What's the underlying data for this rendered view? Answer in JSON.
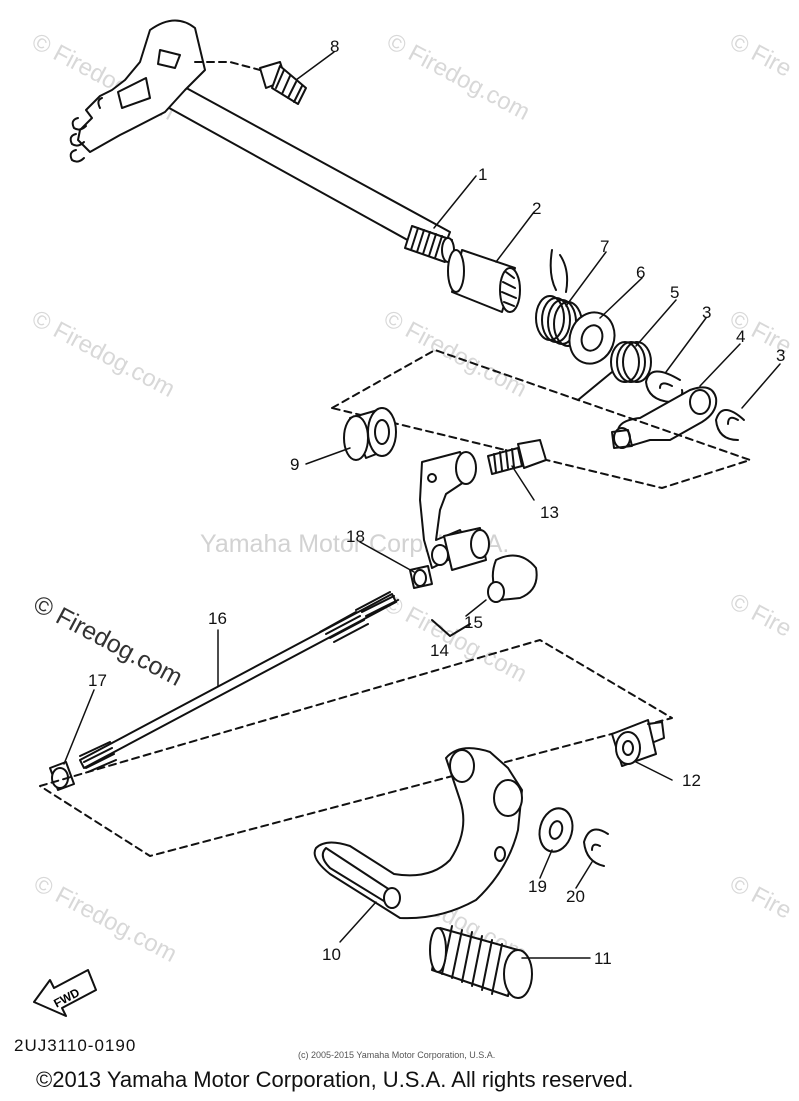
{
  "watermarks": {
    "site": "© Firedog.com",
    "site_short": "© Fire",
    "center": "Yamaha Motor Corp. U.S.A."
  },
  "callouts": [
    "1",
    "2",
    "3",
    "4",
    "5",
    "6",
    "7",
    "8",
    "9",
    "10",
    "11",
    "12",
    "13",
    "14",
    "15",
    "16",
    "17",
    "18",
    "19",
    "20"
  ],
  "diagram_code": "2UJ3110-0190",
  "small_copyright": "(c) 2005-2015 Yamaha Motor Corporation, U.S.A.",
  "copyright": "©2013 Yamaha Motor Corporation, U.S.A. All rights reserved.",
  "fwd_label": "FWD"
}
